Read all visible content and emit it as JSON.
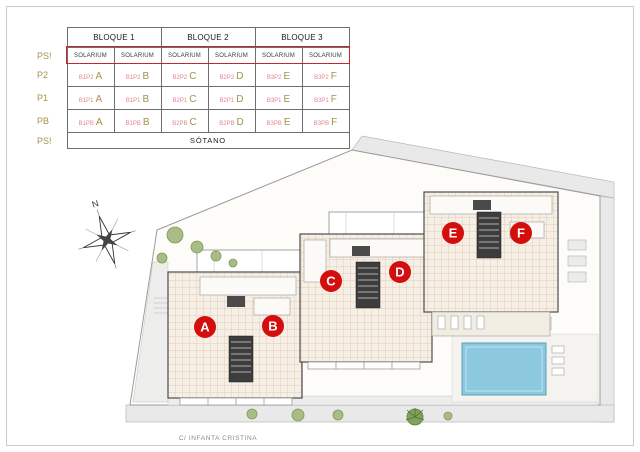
{
  "table": {
    "block_headers": [
      "BLOQUE 1",
      "BLOQUE 2",
      "BLOQUE 3"
    ],
    "solarium_row": {
      "label": "PS!",
      "cells": [
        "SOLARIUM",
        "SOLARIUM",
        "SOLARIUM",
        "SOLARIUM",
        "SOLARIUM",
        "SOLARIUM"
      ]
    },
    "floor_rows": [
      {
        "label": "P2",
        "cells": [
          {
            "code": "B1P2",
            "letter": "A"
          },
          {
            "code": "B1P2",
            "letter": "B"
          },
          {
            "code": "B2P2",
            "letter": "C"
          },
          {
            "code": "B2P2",
            "letter": "D"
          },
          {
            "code": "B3P2",
            "letter": "E"
          },
          {
            "code": "B3P2",
            "letter": "F"
          }
        ]
      },
      {
        "label": "P1",
        "cells": [
          {
            "code": "B1P1",
            "letter": "A"
          },
          {
            "code": "B1P1",
            "letter": "B"
          },
          {
            "code": "B2P1",
            "letter": "C"
          },
          {
            "code": "B2P1",
            "letter": "D"
          },
          {
            "code": "B3P1",
            "letter": "E"
          },
          {
            "code": "B3P1",
            "letter": "F"
          }
        ]
      },
      {
        "label": "PB",
        "cells": [
          {
            "code": "B1PB",
            "letter": "A"
          },
          {
            "code": "B1PB",
            "letter": "B"
          },
          {
            "code": "B2PB",
            "letter": "C"
          },
          {
            "code": "B2PB",
            "letter": "D"
          },
          {
            "code": "B3PB",
            "letter": "E"
          },
          {
            "code": "B3PB",
            "letter": "F"
          }
        ]
      }
    ],
    "sotano_row": {
      "label": "PS!",
      "value": "SÓTANO"
    }
  },
  "plan": {
    "north_label": "N",
    "street_label": "C/ INFANTA CRISTINA",
    "units": [
      {
        "letter": "A"
      },
      {
        "letter": "B"
      },
      {
        "letter": "C"
      },
      {
        "letter": "D"
      },
      {
        "letter": "E"
      },
      {
        "letter": "F"
      }
    ]
  },
  "colors": {
    "solarium_box_red": "#c9252b",
    "unit_marker_red": "#d40d0d",
    "gold_text": "#a4924a",
    "code_text": "#e4868f",
    "tile_line": "#dcc0a8",
    "tile_fill": "#f6efe5",
    "road_gray": "#e9e9e9",
    "tree_green": "#a8bc86",
    "pool_blue": "#8cc8de"
  }
}
